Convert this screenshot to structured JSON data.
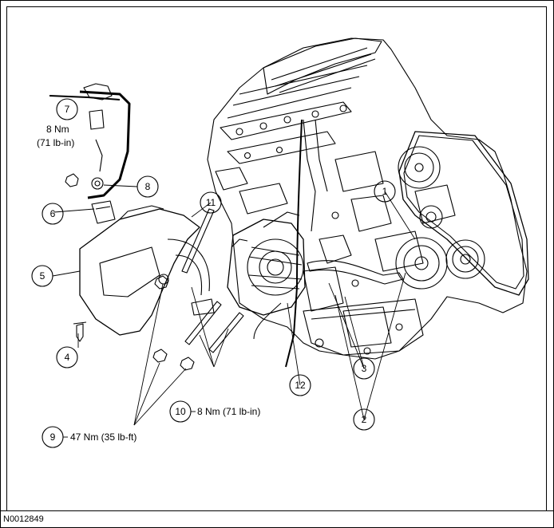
{
  "figure": {
    "doc_id": "N0012849"
  },
  "callouts": [
    {
      "id": "1",
      "label": "1"
    },
    {
      "id": "2",
      "label": "2"
    },
    {
      "id": "3",
      "label": "3"
    },
    {
      "id": "4",
      "label": "4"
    },
    {
      "id": "5",
      "label": "5"
    },
    {
      "id": "6",
      "label": "6"
    },
    {
      "id": "7",
      "label": "7"
    },
    {
      "id": "8",
      "label": "8"
    },
    {
      "id": "9",
      "label": "9"
    },
    {
      "id": "10",
      "label": "10"
    },
    {
      "id": "11",
      "label": "11"
    },
    {
      "id": "12",
      "label": "12"
    }
  ],
  "torque": {
    "item7_line1": "8 Nm",
    "item7_line2": "(71 lb-in)",
    "item10": "8 Nm (71 lb-in)",
    "item9": "47 Nm (35 lb-ft)"
  }
}
